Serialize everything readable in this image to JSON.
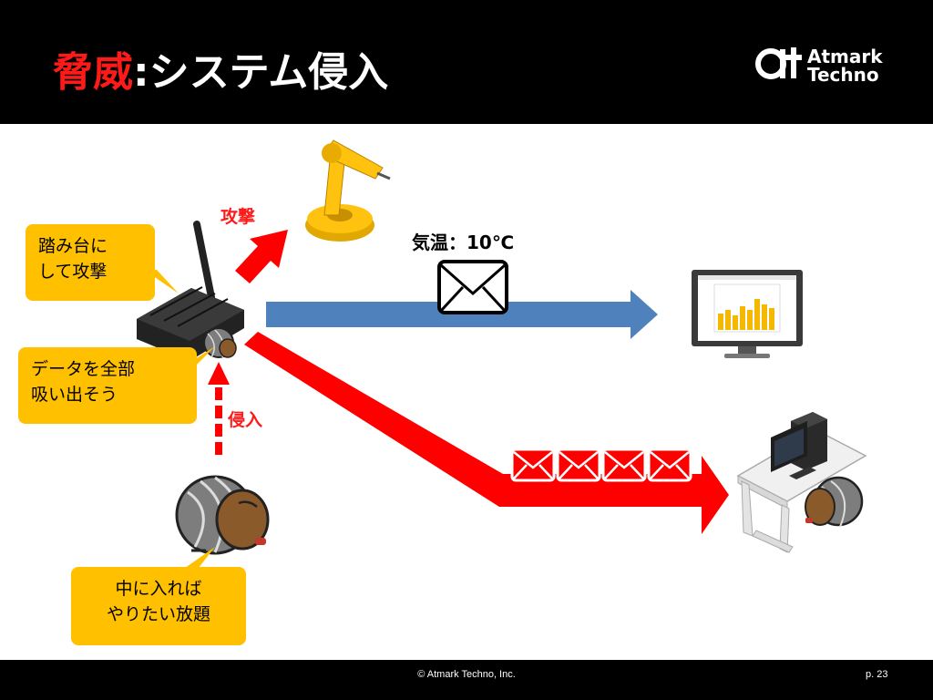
{
  "header": {
    "title_threat": "脅威",
    "title_rest": ":システム侵入",
    "logo": {
      "text_line1": "Atmark",
      "text_line2": "Techno",
      "mark_icon": "atmark-logo-icon"
    }
  },
  "labels": {
    "attack": "攻撃",
    "intrusion": "侵入",
    "temperature": "気温：10℃"
  },
  "bubbles": {
    "stepping_stone": [
      "踏み台に",
      "して攻撃"
    ],
    "steal_data": [
      "データを全部",
      "吸い出そう"
    ],
    "do_anything": [
      "中に入れば",
      "やりたい放題"
    ]
  },
  "colors": {
    "red_arrow": "#ff0000",
    "blue_arrow": "#4f81bd",
    "bubble": "#ffc000",
    "header_bg": "#000000",
    "title_red": "#ff1a1a"
  },
  "footer": {
    "copyright": "© Atmark Techno, Inc.",
    "page": "p. 23"
  }
}
